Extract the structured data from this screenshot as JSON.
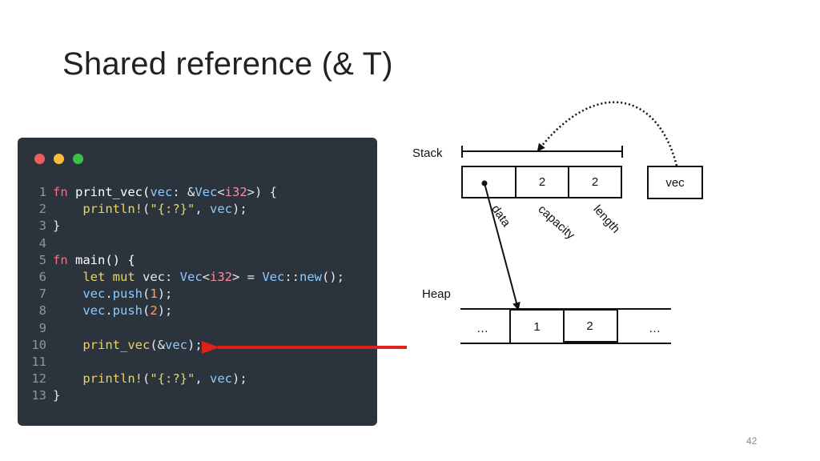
{
  "slide": {
    "title": "Shared reference (& T)",
    "slide_number": "42"
  },
  "code_window": {
    "dot_colors": [
      "#ed5f56",
      "#f6be3b",
      "#3cc24a"
    ],
    "lines": [
      {
        "n": "1",
        "tokens": [
          [
            "kw",
            "fn "
          ],
          [
            "fn",
            "print_vec("
          ],
          [
            "var",
            "vec"
          ],
          [
            "txt",
            ": &"
          ],
          [
            "var",
            "Vec"
          ],
          [
            "txt",
            "<"
          ],
          [
            "type",
            "i32"
          ],
          [
            "txt",
            ">) {"
          ]
        ]
      },
      {
        "n": "2",
        "tokens": [
          [
            "txt",
            "    "
          ],
          [
            "mac",
            "println!"
          ],
          [
            "txt",
            "("
          ],
          [
            "str",
            "\"{:?}\""
          ],
          [
            "txt",
            ", "
          ],
          [
            "var",
            "vec"
          ],
          [
            "txt",
            ");"
          ]
        ]
      },
      {
        "n": "3",
        "tokens": [
          [
            "txt",
            "}"
          ]
        ]
      },
      {
        "n": "4",
        "tokens": []
      },
      {
        "n": "5",
        "tokens": [
          [
            "kw",
            "fn "
          ],
          [
            "fn",
            "main() {"
          ]
        ]
      },
      {
        "n": "6",
        "tokens": [
          [
            "txt",
            "    "
          ],
          [
            "mac",
            "let mut "
          ],
          [
            "txt",
            "vec: "
          ],
          [
            "var",
            "Vec"
          ],
          [
            "txt",
            "<"
          ],
          [
            "type",
            "i32"
          ],
          [
            "txt",
            "> = "
          ],
          [
            "var",
            "Vec"
          ],
          [
            "txt",
            "::"
          ],
          [
            "var",
            "new"
          ],
          [
            "txt",
            "();"
          ]
        ]
      },
      {
        "n": "7",
        "tokens": [
          [
            "txt",
            "    "
          ],
          [
            "var",
            "vec"
          ],
          [
            "txt",
            "."
          ],
          [
            "var",
            "push"
          ],
          [
            "txt",
            "("
          ],
          [
            "num",
            "1"
          ],
          [
            "txt",
            ");"
          ]
        ]
      },
      {
        "n": "8",
        "tokens": [
          [
            "txt",
            "    "
          ],
          [
            "var",
            "vec"
          ],
          [
            "txt",
            "."
          ],
          [
            "var",
            "push"
          ],
          [
            "txt",
            "("
          ],
          [
            "num",
            "2"
          ],
          [
            "txt",
            ");"
          ]
        ]
      },
      {
        "n": "9",
        "tokens": []
      },
      {
        "n": "10",
        "tokens": [
          [
            "txt",
            "    "
          ],
          [
            "mac",
            "print_vec"
          ],
          [
            "txt",
            "(&"
          ],
          [
            "var",
            "vec"
          ],
          [
            "txt",
            ");"
          ]
        ]
      },
      {
        "n": "11",
        "tokens": []
      },
      {
        "n": "12",
        "tokens": [
          [
            "txt",
            "    "
          ],
          [
            "mac",
            "println!"
          ],
          [
            "txt",
            "("
          ],
          [
            "str",
            "\"{:?}\""
          ],
          [
            "txt",
            ", "
          ],
          [
            "var",
            "vec"
          ],
          [
            "txt",
            ");"
          ]
        ]
      },
      {
        "n": "13",
        "tokens": [
          [
            "txt",
            "}"
          ]
        ]
      }
    ]
  },
  "diagram": {
    "stack_label": "Stack",
    "heap_label": "Heap",
    "stack_cells": [
      "",
      "2",
      "2"
    ],
    "field_labels": [
      "data",
      "capacity",
      "length"
    ],
    "vec_label": "vec",
    "heap_cells": [
      "…",
      "1",
      "2",
      "…"
    ],
    "arrow_color": "#e0201b"
  }
}
